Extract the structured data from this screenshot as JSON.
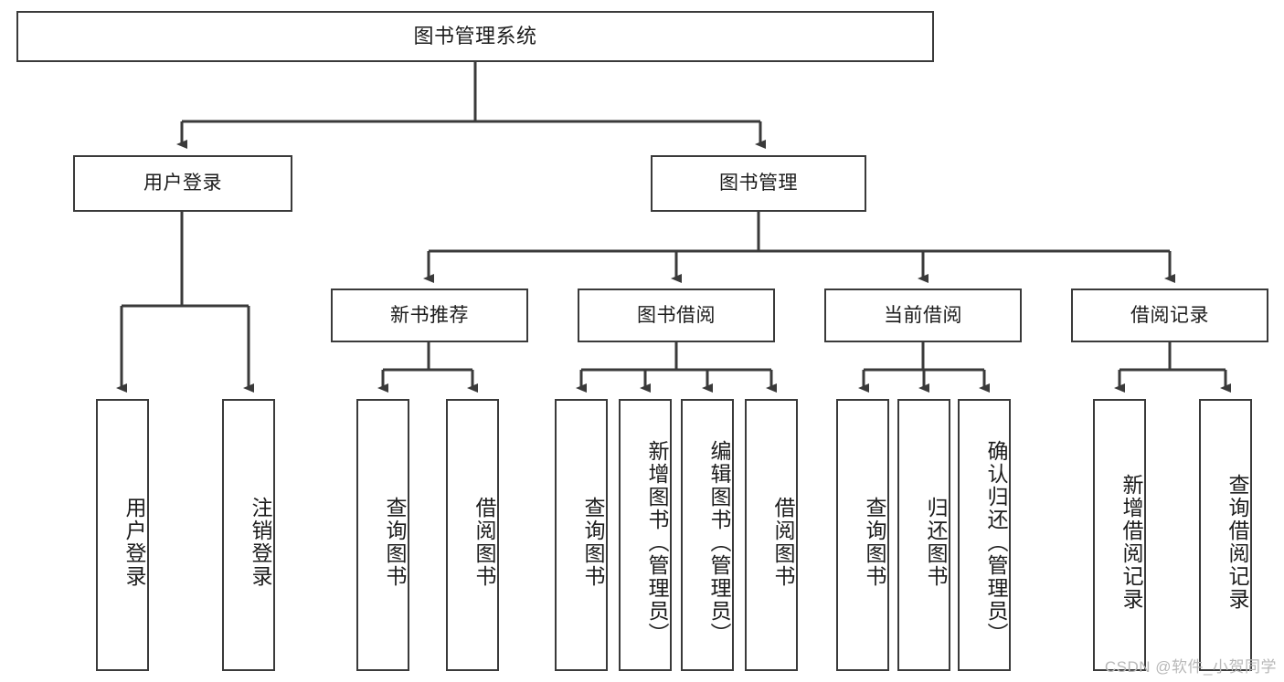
{
  "diagram": {
    "title": "图书管理系统",
    "type": "hierarchy-tree",
    "levels": [
      {
        "level": 1,
        "nodes": [
          {
            "id": "root",
            "label": "图书管理系统",
            "orientation": "horizontal"
          }
        ]
      },
      {
        "level": 2,
        "nodes": [
          {
            "id": "user-login",
            "label": "用户登录",
            "orientation": "horizontal"
          },
          {
            "id": "book-manage",
            "label": "图书管理",
            "orientation": "horizontal"
          }
        ]
      },
      {
        "level": 3,
        "nodes": [
          {
            "id": "new-book-recommend",
            "label": "新书推荐",
            "orientation": "horizontal"
          },
          {
            "id": "book-borrow",
            "label": "图书借阅",
            "orientation": "horizontal"
          },
          {
            "id": "current-borrow",
            "label": "当前借阅",
            "orientation": "horizontal"
          },
          {
            "id": "borrow-record",
            "label": "借阅记录",
            "orientation": "horizontal"
          }
        ]
      },
      {
        "level": 4,
        "nodes": [
          {
            "id": "leaf-user-login",
            "label": "用户登录",
            "orientation": "vertical",
            "parent": "user-login"
          },
          {
            "id": "leaf-logout-login",
            "label": "注销登录",
            "orientation": "vertical",
            "parent": "user-login"
          },
          {
            "id": "leaf-query-book-1",
            "label": "查询图书",
            "orientation": "vertical",
            "parent": "new-book-recommend"
          },
          {
            "id": "leaf-borrow-book-1",
            "label": "借阅图书",
            "orientation": "vertical",
            "parent": "new-book-recommend"
          },
          {
            "id": "leaf-query-book-2",
            "label": "查询图书",
            "orientation": "vertical",
            "parent": "book-borrow"
          },
          {
            "id": "leaf-add-book",
            "label": "新增图书（管理员）",
            "orientation": "vertical",
            "parent": "book-borrow"
          },
          {
            "id": "leaf-edit-book",
            "label": "编辑图书（管理员）",
            "orientation": "vertical",
            "parent": "book-borrow"
          },
          {
            "id": "leaf-borrow-book-2",
            "label": "借阅图书",
            "orientation": "vertical",
            "parent": "book-borrow"
          },
          {
            "id": "leaf-query-book-3",
            "label": "查询图书",
            "orientation": "vertical",
            "parent": "current-borrow"
          },
          {
            "id": "leaf-return-book",
            "label": "归还图书",
            "orientation": "vertical",
            "parent": "current-borrow"
          },
          {
            "id": "leaf-confirm-return",
            "label": "确认归还（管理员）",
            "orientation": "vertical",
            "parent": "current-borrow"
          },
          {
            "id": "leaf-add-record",
            "label": "新增借阅记录",
            "orientation": "vertical",
            "parent": "borrow-record"
          },
          {
            "id": "leaf-query-record",
            "label": "查询借阅记录",
            "orientation": "vertical",
            "parent": "borrow-record"
          }
        ]
      }
    ],
    "colors": {
      "box_border": "#3a3a3a",
      "box_fill": "#ffffff",
      "connector": "#3a3a3a",
      "text": "#1c1c1c",
      "watermark": "#b8b8b8",
      "background": "#ffffff"
    }
  },
  "watermark": {
    "text": "CSDN @软件_小贺同学"
  }
}
